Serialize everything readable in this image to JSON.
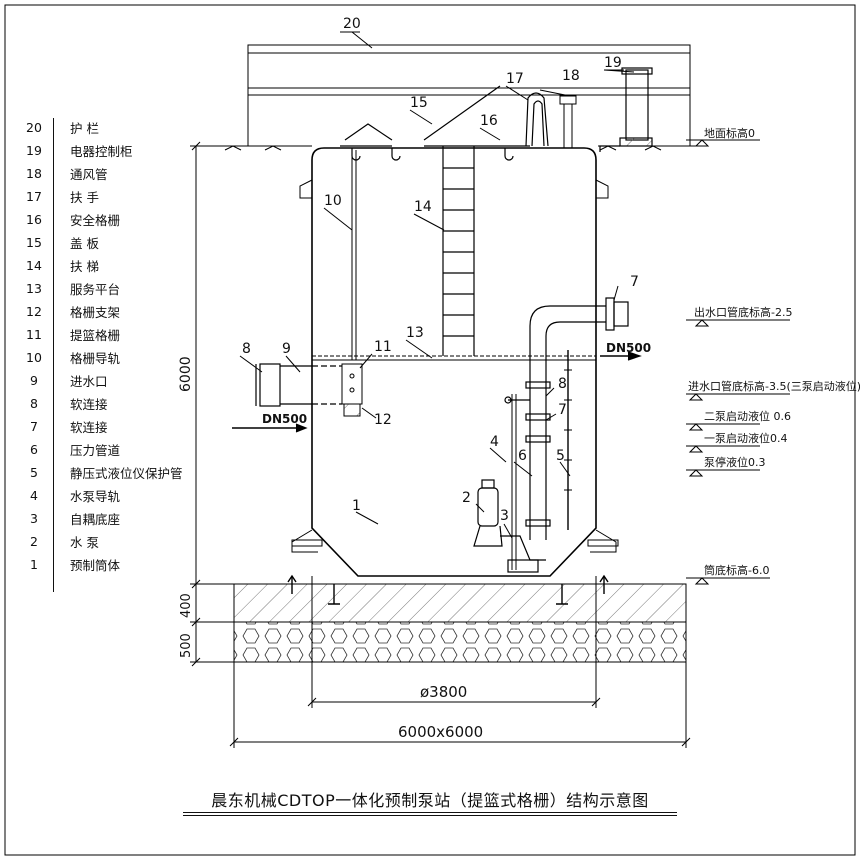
{
  "legend": [
    {
      "num": "20",
      "name": "护 栏"
    },
    {
      "num": "19",
      "name": "电器控制柜"
    },
    {
      "num": "18",
      "name": "通风管"
    },
    {
      "num": "17",
      "name": "扶 手"
    },
    {
      "num": "16",
      "name": "安全格栅"
    },
    {
      "num": "15",
      "name": "盖 板"
    },
    {
      "num": "14",
      "name": "扶 梯"
    },
    {
      "num": "13",
      "name": "服务平台"
    },
    {
      "num": "12",
      "name": "格栅支架"
    },
    {
      "num": "11",
      "name": "提篮格栅"
    },
    {
      "num": "10",
      "name": "格栅导轨"
    },
    {
      "num": "9",
      "name": "进水口"
    },
    {
      "num": "8",
      "name": "软连接"
    },
    {
      "num": "7",
      "name": "软连接"
    },
    {
      "num": "6",
      "name": "压力管道"
    },
    {
      "num": "5",
      "name": "静压式液位仪保护管"
    },
    {
      "num": "4",
      "name": "水泵导轨"
    },
    {
      "num": "3",
      "name": "自耦底座"
    },
    {
      "num": "2",
      "name": "水 泵"
    },
    {
      "num": "1",
      "name": "预制筒体"
    }
  ],
  "levels": {
    "ground": "地面标高0",
    "outlet": "出水口管底标高-2.5",
    "inlet": "进水口管底标高-3.5(三泵启动液位)",
    "two_pump": "二泵启动液位 0.6",
    "one_pump": "一泵启动液位0.4",
    "stop": "泵停液位0.3",
    "bottom": "筒底标高-6.0"
  },
  "dimensions": {
    "height": "6000",
    "slab1": "400",
    "slab2": "500",
    "diameter": "ø3800",
    "footprint": "6000x6000"
  },
  "pipes": {
    "inlet_dn": "DN500",
    "outlet_dn": "DN500"
  },
  "callouts": [
    "20",
    "19",
    "18",
    "17",
    "16",
    "15",
    "14",
    "13",
    "11",
    "10",
    "9",
    "8",
    "8",
    "7",
    "7",
    "6",
    "5",
    "4",
    "3",
    "2",
    "1",
    "12"
  ],
  "title": "晨东机械CDTOP一体化预制泵站（提篮式格栅）结构示意图"
}
